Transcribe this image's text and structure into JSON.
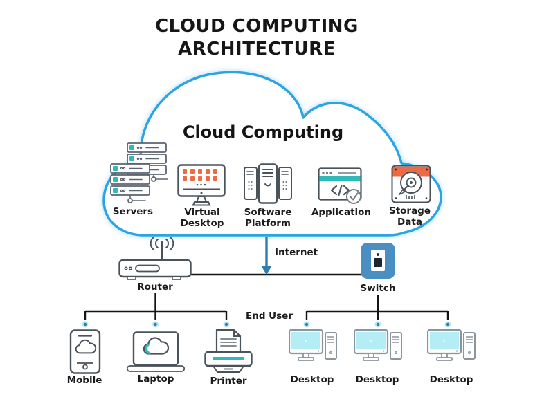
{
  "title": {
    "line1": "CLOUD COMPUTING",
    "line2": "ARCHITECTURE"
  },
  "cloud": {
    "heading": "Cloud Computing",
    "services": [
      {
        "label": "Servers",
        "icon": "servers-icon"
      },
      {
        "label": "Virtual Desktop",
        "icon": "virtual-desktop-icon"
      },
      {
        "label": "Software Platform",
        "icon": "software-platform-icon"
      },
      {
        "label": "Application",
        "icon": "application-icon"
      },
      {
        "label": "Storage Data",
        "icon": "storage-data-icon"
      }
    ]
  },
  "network": {
    "internet_label": "Internet",
    "router": {
      "label": "Router",
      "icon": "router-icon"
    },
    "switch": {
      "label": "Switch",
      "icon": "switch-icon"
    }
  },
  "end_user": {
    "label": "End User",
    "router_devices": [
      {
        "label": "Mobile",
        "icon": "mobile-icon"
      },
      {
        "label": "Laptop",
        "icon": "laptop-icon"
      },
      {
        "label": "Printer",
        "icon": "printer-icon"
      }
    ],
    "switch_devices": [
      {
        "label": "Desktop",
        "icon": "desktop-icon"
      },
      {
        "label": "Desktop",
        "icon": "desktop-icon"
      },
      {
        "label": "Desktop",
        "icon": "desktop-icon"
      }
    ]
  },
  "colors": {
    "cloud_outline": "#2aa4e2",
    "accent_teal": "#2fb9b9",
    "accent_orange": "#ee6a45",
    "switch_blue": "#4a8ec2",
    "internet_arrow": "#2e7cb0",
    "connector_line": "#141414",
    "desktop_screen": "#b5edf5",
    "icon_outline": "#4a525a",
    "connector_dot_outer": "#b8e4ef",
    "connector_dot_inner": "#2e7cb0"
  }
}
